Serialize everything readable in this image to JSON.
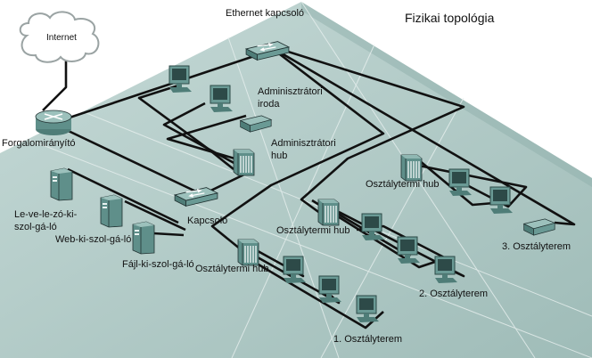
{
  "title": "Fizikai topológia",
  "labels": {
    "internet": "Internet",
    "router": "Forgalomirányító",
    "ethernet_switch": "Ethernet kapcsoló",
    "admin_office": "Adminisztrátori\niroda",
    "admin_hub": "Adminisztrátori\nhub",
    "switch": "Kapcsoló",
    "mail_server": "Le-ve-le-zó-ki-\nszol-gá-ló",
    "web_server": "Web-ki-szol-gá-ló",
    "file_server": "Fájl-ki-szol-gá-ló",
    "hub1": "Osztálytermi hub",
    "hub2": "Osztálytermi hub",
    "hub3": "Osztálytermi hub",
    "room1": "1. Osztályterem",
    "room2": "2. Osztályterem",
    "room3": "3. Osztályterem"
  },
  "icons": {
    "internet": "cloud-icon",
    "router": "router-icon",
    "switch": "switch-icon",
    "hub": "hub-icon",
    "server": "server-icon",
    "computer": "computer-icon",
    "printer": "printer-icon"
  },
  "colors": {
    "floor_top": "#b2ccc8",
    "floor_side": "#8fb0ab",
    "cable": "#111111",
    "device": "#5f8f8a",
    "screen": "#2d4a48"
  }
}
